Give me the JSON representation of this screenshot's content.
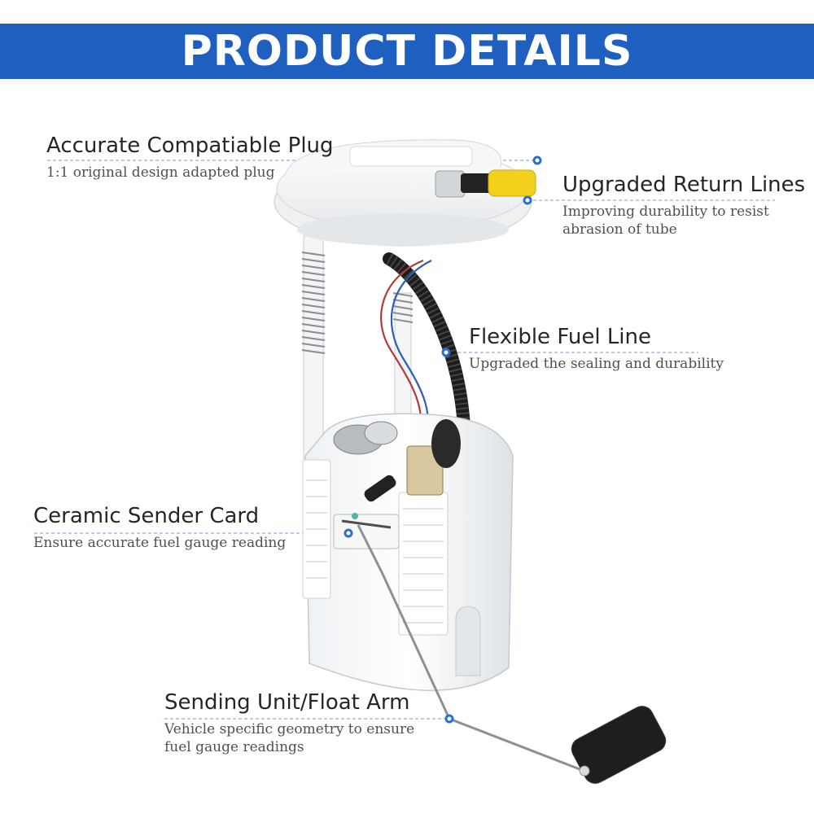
{
  "header": {
    "title": "PRODUCT DETAILS"
  },
  "colors": {
    "banner": "#1f5fc0",
    "leader_dot": "#2a6fd0",
    "leader_line": "#8fb0d8"
  },
  "callouts": {
    "plug": {
      "title": "Accurate Compatiable Plug",
      "desc": "1:1 original design adapted plug"
    },
    "return_lines": {
      "title": "Upgraded Return Lines",
      "desc_line1": "Improving durability to resist",
      "desc_line2": "abrasion of tube"
    },
    "fuel_line": {
      "title": "Flexible Fuel Line",
      "desc": "Upgraded the sealing and durability"
    },
    "sender_card": {
      "title": "Ceramic Sender Card",
      "desc": "Ensure accurate fuel gauge reading"
    },
    "float_arm": {
      "title": "Sending Unit/Float Arm",
      "desc_line1": "Vehicle specific geometry to ensure",
      "desc_line2": "fuel gauge readings"
    }
  }
}
